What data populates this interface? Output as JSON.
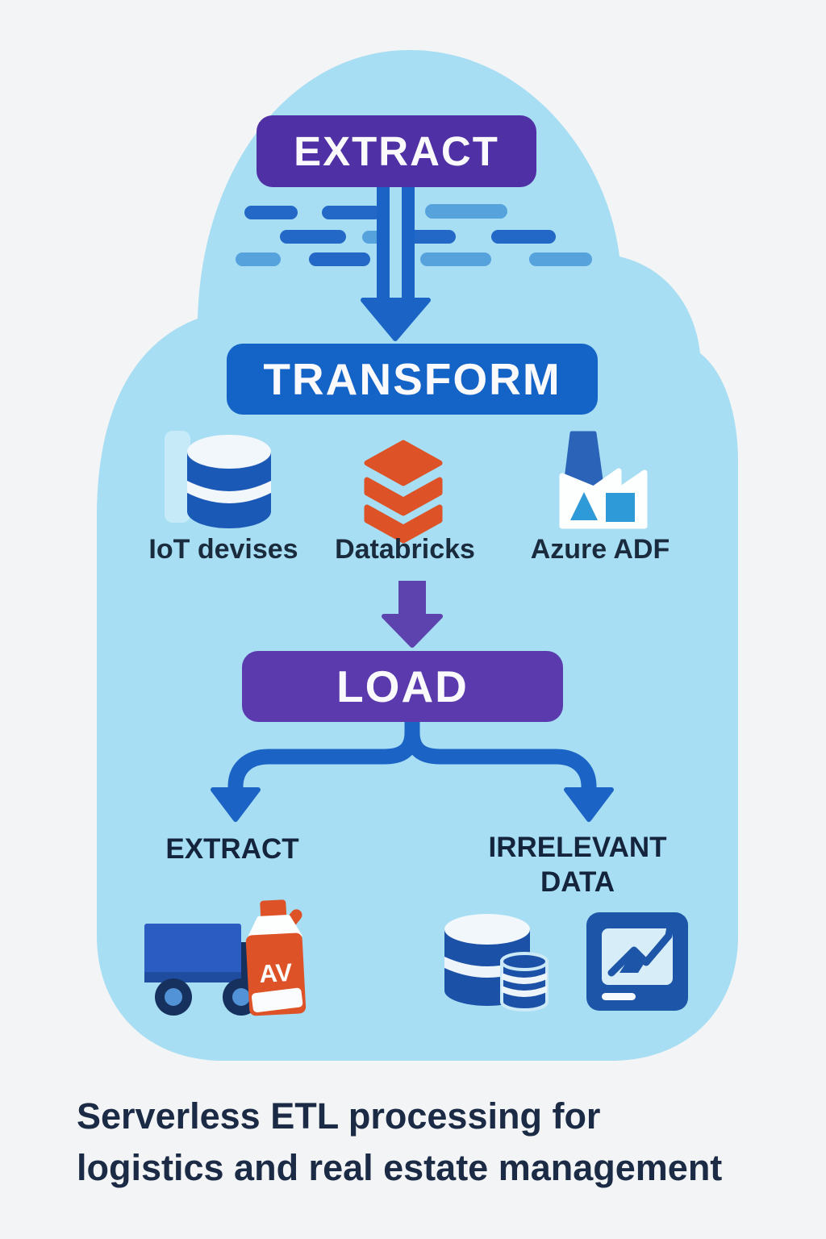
{
  "title": "ETL flow infographic",
  "colors": {
    "background": "#F3F4F5",
    "cloud": "#A7DEF3",
    "extract_box": "#4F31A5",
    "transform_box": "#1463C6",
    "load_box": "#5A3AAC",
    "mid_arrow_purple": "#5D43AE",
    "flow_arrow_blue": "#1B64C6",
    "dash_dark_blue": "#2368C6",
    "dash_light_blue": "#55A2DD",
    "databricks_orange": "#DD5226",
    "navy_text": "#17273F"
  },
  "flow": {
    "stage1": {
      "label": "EXTRACT"
    },
    "stage2": {
      "label": "TRANSFORM"
    },
    "stage3": {
      "label": "LOAD"
    },
    "tools": [
      {
        "label": "IoT devises",
        "icon": "database-icon"
      },
      {
        "label": "Databricks",
        "icon": "databricks-icon"
      },
      {
        "label": "Azure ADF",
        "icon": "factory-icon"
      }
    ],
    "outputs": [
      {
        "label": "EXTRACT",
        "icons": [
          "truck-icon",
          "bottle-icon"
        ]
      },
      {
        "label": "IRRELEVANT DATA",
        "icons": [
          "database-stack-icon",
          "chart-monitor-icon"
        ]
      }
    ]
  },
  "icons": {
    "bottle_text": "AV"
  },
  "caption": {
    "line1": "Serverless ETL processing for",
    "line2": "logistics and real estate management"
  }
}
